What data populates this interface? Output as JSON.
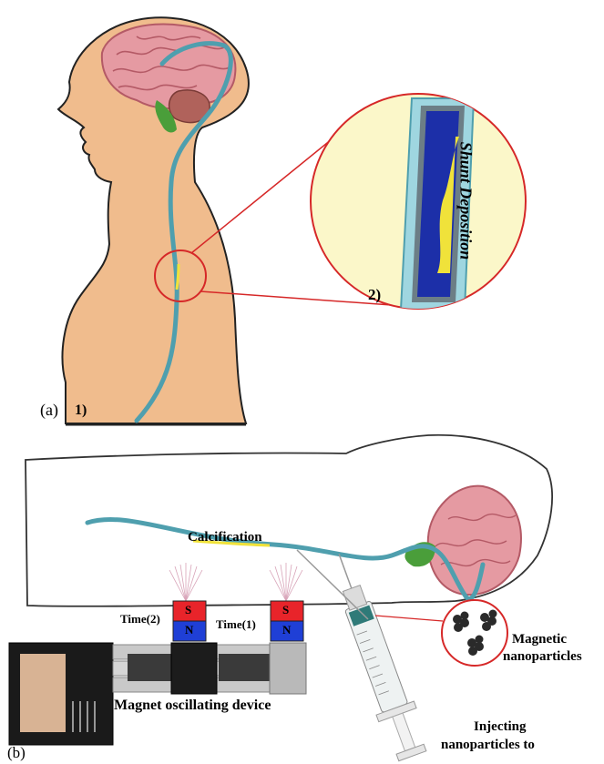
{
  "panel_a": {
    "panel_label": "(a)",
    "step1_label": "1)",
    "step2_label": "2)",
    "zoom_title": "Shunt Deposition"
  },
  "panel_b": {
    "panel_label": "(b)",
    "calcification_label": "Calcification",
    "time2_label": "Time(2)",
    "time1_label": "Time(1)",
    "magnet_s": "S",
    "magnet_n": "N",
    "device_label": "Magnet oscillating device",
    "nanoparticles_label_line1": "Magnetic",
    "nanoparticles_label_line2": "nanoparticles",
    "injecting_label_line1": "Injecting",
    "injecting_label_line2": "nanoparticles to"
  },
  "colors": {
    "skin": "#f0bc8d",
    "shunt_tube": "#4f9fae",
    "deposit": "#f0e23a",
    "lumen": "#1c2fa8",
    "zoom_bg": "#fbf7c9",
    "zoom_border": "#d62828",
    "brain": "#e59aa2",
    "cerebellum": "#b0625b",
    "brainstem": "#4a9e3a",
    "magnet_s": "#e8242a",
    "magnet_n": "#1f3fd6"
  }
}
